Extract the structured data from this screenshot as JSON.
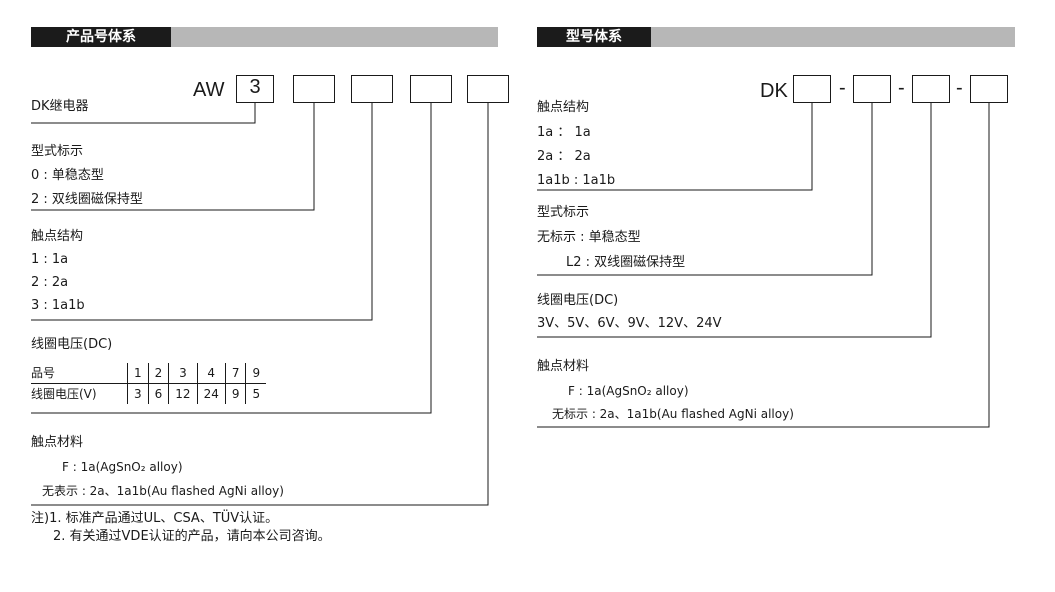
{
  "left": {
    "header": "产品号体系",
    "prefix": "AW",
    "box1_value": "3",
    "relay_label": "DK继电器",
    "type": {
      "title": "型式标示",
      "opt0": "0 : 单稳态型",
      "opt2": "2 : 双线圈磁保持型"
    },
    "contact": {
      "title": "触点结构",
      "o1": "1 : 1a",
      "o2": "2 : 2a",
      "o3": "3 : 1a1b"
    },
    "coil": {
      "title": "线圈电压(DC)",
      "row1_label": "品号",
      "row2_label": "线圈电压(V)",
      "codes": [
        "1",
        "2",
        "3",
        "4",
        "7",
        "9"
      ],
      "volts": [
        "3",
        "6",
        "12",
        "24",
        "9",
        "5"
      ]
    },
    "material": {
      "title": "触点材料",
      "f_line": "F : 1a(AgSnO₂ alloy)",
      "none_line": "无表示 : 2a、1a1b(Au flashed AgNi alloy)"
    },
    "notes": {
      "n1": "注)1. 标准产品通过UL、CSA、TÜV认证。",
      "n2": "2. 有关通过VDE认证的产品，请向本公司咨询。"
    }
  },
  "right": {
    "header": "型号体系",
    "prefix": "DK",
    "dash": "-",
    "contact": {
      "title": "触点结构",
      "o1": "1a ： 1a",
      "o2": "2a ： 2a",
      "o3": "1a1b : 1a1b"
    },
    "type": {
      "title": "型式标示",
      "none": "无标示 : 单稳态型",
      "l2": "L2 : 双线圈磁保持型"
    },
    "coil": {
      "title": "线圈电压(DC)",
      "values": "3V、5V、6V、9V、12V、24V"
    },
    "material": {
      "title": "触点材料",
      "f_line": "F : 1a(AgSnO₂ alloy)",
      "none_line": "无标示 : 2a、1a1b(Au flashed AgNi alloy)"
    }
  }
}
